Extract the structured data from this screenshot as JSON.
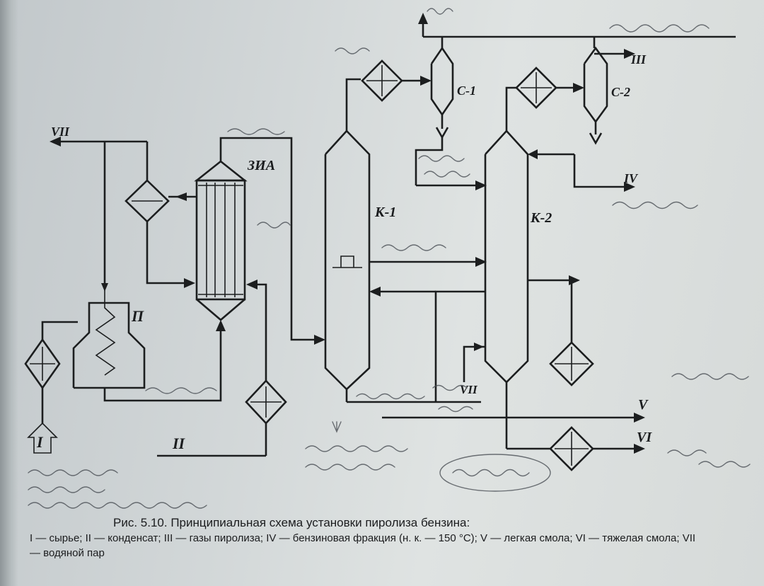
{
  "labels": {
    "stream_I": "I",
    "stream_II": "II",
    "stream_III": "III",
    "stream_IV": "IV",
    "stream_V": "V",
    "stream_VI": "VI",
    "stream_VII_top": "VII",
    "stream_VII_bottom": "VII",
    "furnace": "П",
    "zia": "ЗИА",
    "column_k1": "К-1",
    "column_k2": "К-2",
    "separator_c1": "С-1",
    "separator_c2": "С-2"
  },
  "caption": {
    "title": "Рис. 5.10. Принципиальная схема установки пиролиза бензина:",
    "legend": "I — сырье; II — конденсат; III — газы пиролиза; IV — бензиновая фракция (н. к. — 150 °C); V — легкая смола; VI — тяжелая смола; VII — водяной пар"
  }
}
